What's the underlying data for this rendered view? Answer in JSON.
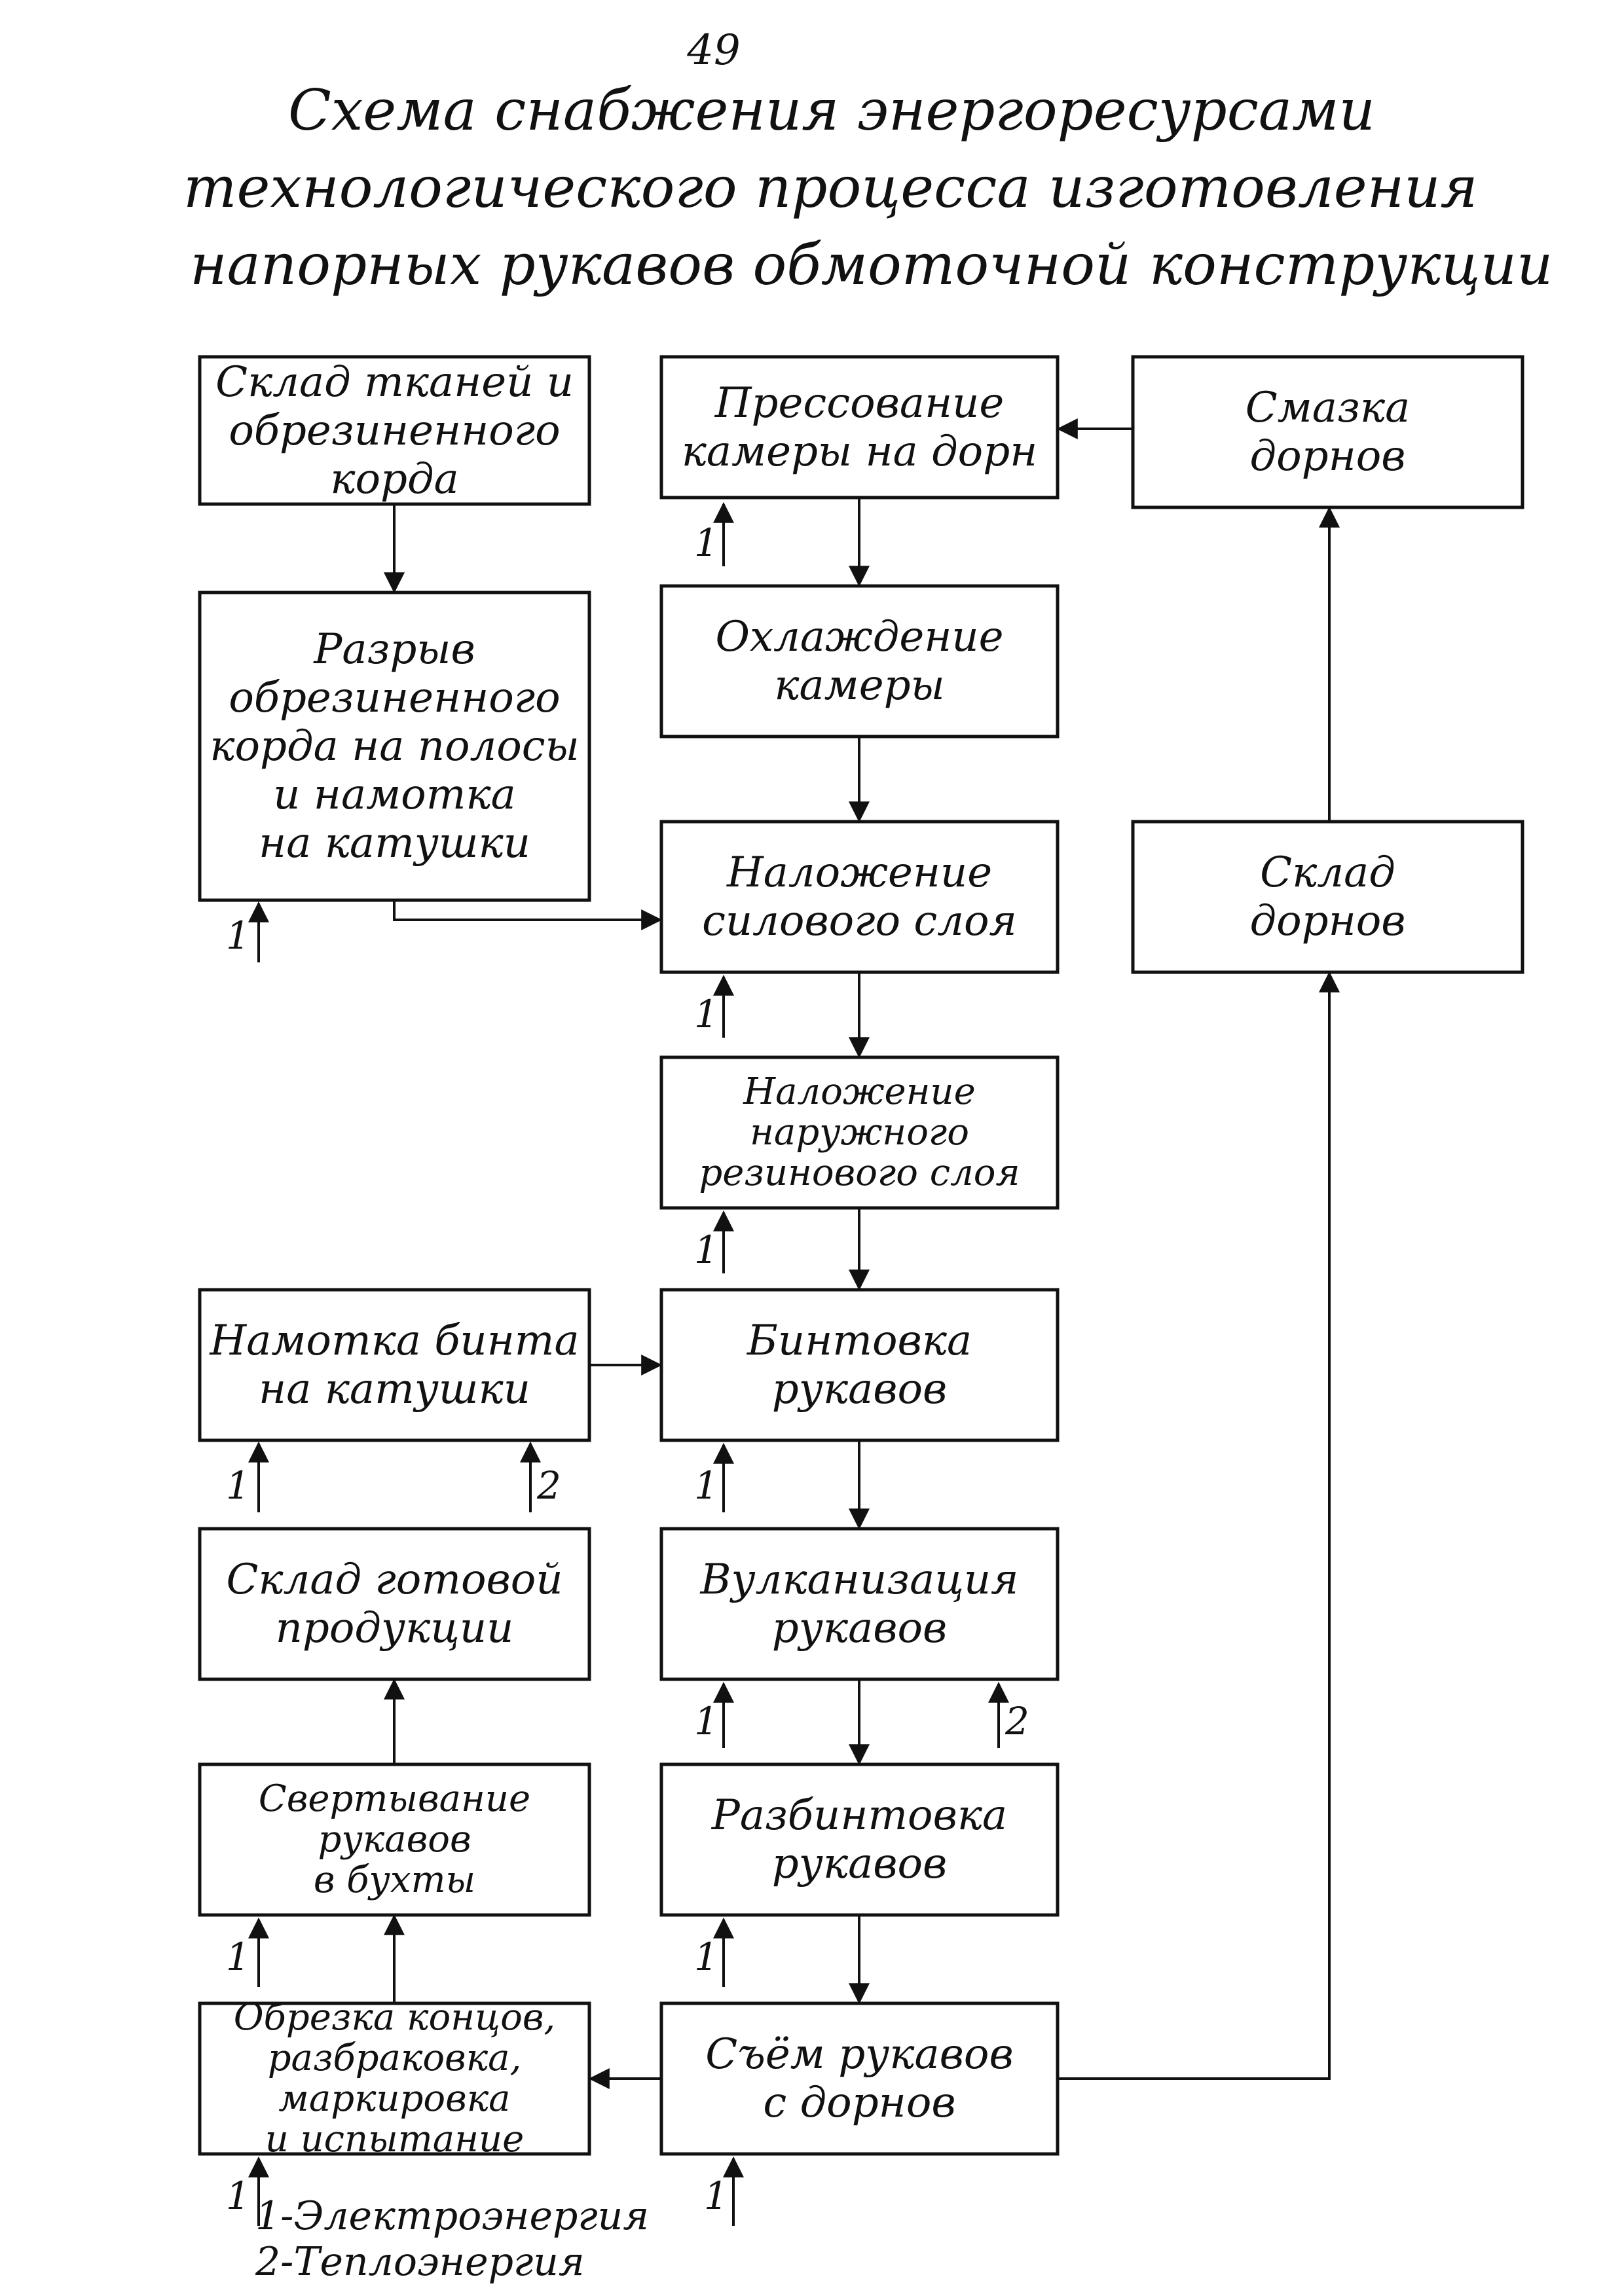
{
  "page_number": "49",
  "title": {
    "line1": "Схема снабжения энергоресурсами",
    "line2": "технологического процесса изготовления",
    "line3": "напорных рукавов обмоточной конструкции"
  },
  "boxes": {
    "sklad_tkaney": "Склад тканей и\nобрезиненного\nкорда",
    "razryv": "Разрыв\nобрезиненного\nкорда на полосы\nи намотка\nна катушки",
    "pressovanie": "Прессование\nкамеры на дорн",
    "okhlazhdenie": "Охлаждение\nкамеры",
    "nalozhenie_silovogo": "Наложение\nсилового слоя",
    "nalozhenie_naruzhnogo": "Наложение\nнаружного\nрезинового слоя",
    "bintovka": "Бинтовка\nрукавов",
    "vulkanizatsiya": "Вулканизация\nрукавов",
    "razbintovka": "Разбинтовка\nрукавов",
    "sem": "Съём рукавов\nс дорнов",
    "smazka": "Смазка\nдорнов",
    "sklad_dornov": "Склад\nдорнов",
    "namotka_binta": "Намотка бинта\nна катушки",
    "sklad_gotovoy": "Склад готовой\nпродукции",
    "svertyvanie": "Свертывание\nрукавов\nв бухты",
    "obrezka": "Обрезка концов,\nразбраковка,\nмаркировка\nи испытание"
  },
  "energy_labels": {
    "e_pressovanie": "1",
    "e_razryv": "1",
    "e_silovoy": "1",
    "e_naruzhny": "1",
    "e_namotka_1": "1",
    "e_namotka_2": "2",
    "e_bintovka": "1",
    "e_vulk_1": "1",
    "e_vulk_2": "2",
    "e_svertyvanie": "1",
    "e_razbintovka": "1",
    "e_obrezka": "1",
    "e_sem": "1"
  },
  "legend": {
    "item1": "1-Электроэнергия",
    "item2": "2-Теплоэнергия"
  }
}
